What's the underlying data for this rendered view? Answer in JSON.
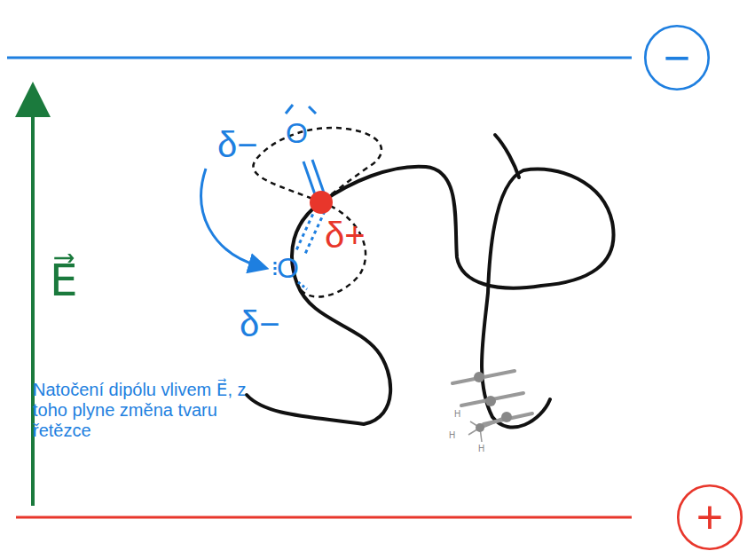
{
  "diagram": {
    "nodes": [
      {
        "text": [
          "−"
        ]
      },
      {
        "text": [
          "+"
        ]
      }
    ],
    "labels": [
      "E⃗",
      "δ−",
      "O",
      "δ+",
      "O",
      "δ−",
      "Natočení dipólu vlivem E⃗, z toho plyne změna tvaru řetězce",
      "H",
      "H",
      "H"
    ]
  }
}
